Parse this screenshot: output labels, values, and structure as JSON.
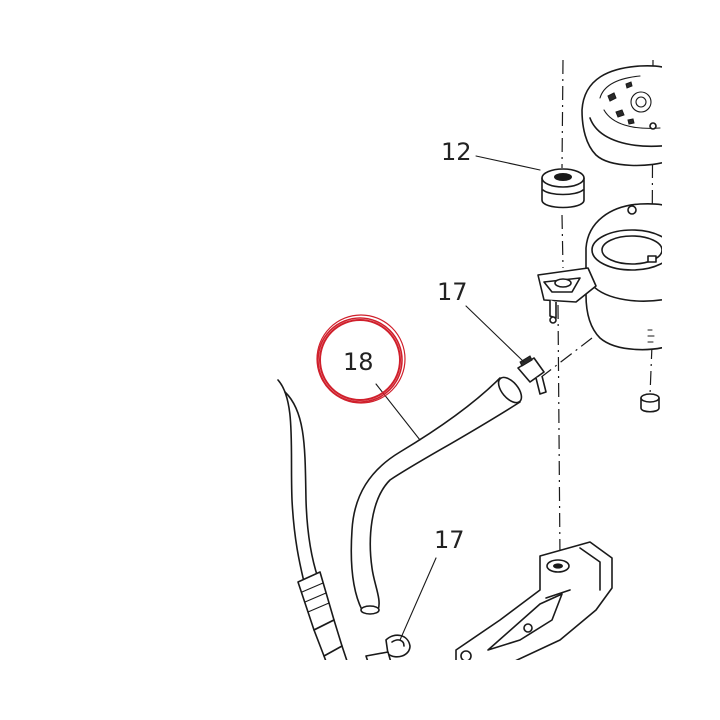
{
  "diagram": {
    "callouts": [
      {
        "id": "12",
        "label": "12"
      },
      {
        "id": "17a",
        "label": "17"
      },
      {
        "id": "17b",
        "label": "17"
      },
      {
        "id": "18",
        "label": "18"
      }
    ],
    "highlight": {
      "callout": "18",
      "color": "#d0202c"
    }
  }
}
